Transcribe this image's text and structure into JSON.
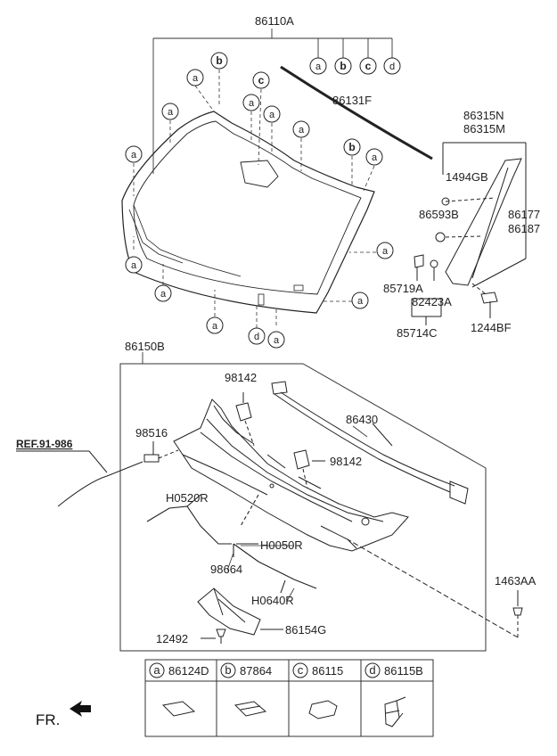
{
  "parts": {
    "windshield_glass": "86110A",
    "windshield_letters": [
      "a",
      "b",
      "c",
      "d"
    ],
    "molding": "86131F",
    "pillar_trim_1": "86315N",
    "pillar_trim_2": "86315M",
    "clip_1494": "1494GB",
    "clip_86593": "86593B",
    "trim_86177": "86177",
    "trim_86187": "86187",
    "clip_85719": "85719A",
    "clip_82423": "82423A",
    "clip_85714": "85714C",
    "screw_1244": "1244BF",
    "cowl_panel": "86150B",
    "nozzle_top": "98142",
    "nozzle_bottom": "98142",
    "weatherstrip": "86430",
    "connector": "98516",
    "ref_label": "REF.91-986",
    "hose_1": "H0520R",
    "hose_2": "H0050R",
    "hose_3": "H0640R",
    "joint": "98664",
    "clip_1463": "1463AA",
    "cover": "86154G",
    "bolt": "12492"
  },
  "callouts": {
    "a": "a",
    "b": "b",
    "c": "c",
    "d": "d"
  },
  "legend": [
    {
      "letter": "a",
      "part": "86124D"
    },
    {
      "letter": "b",
      "part": "87864"
    },
    {
      "letter": "c",
      "part": "86115"
    },
    {
      "letter": "d",
      "part": "86115B"
    }
  ],
  "direction_label": "FR."
}
